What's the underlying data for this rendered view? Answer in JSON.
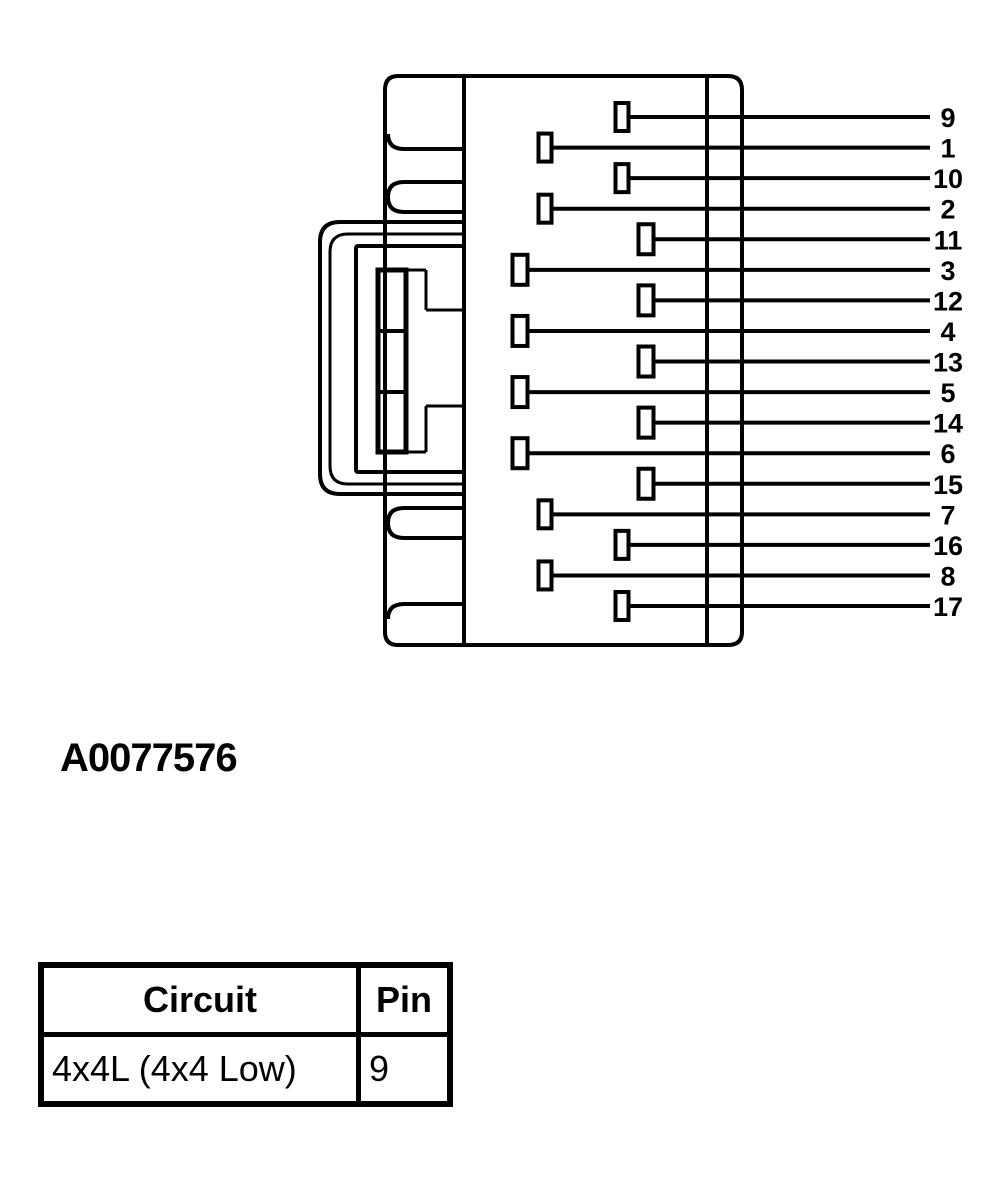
{
  "connector": {
    "pins": [
      {
        "pin": "9",
        "row": "upper"
      },
      {
        "pin": "1",
        "row": "lower"
      },
      {
        "pin": "10",
        "row": "upper"
      },
      {
        "pin": "2",
        "row": "lower"
      },
      {
        "pin": "11",
        "row": "upper"
      },
      {
        "pin": "3",
        "row": "lower"
      },
      {
        "pin": "12",
        "row": "upper"
      },
      {
        "pin": "4",
        "row": "lower"
      },
      {
        "pin": "13",
        "row": "upper"
      },
      {
        "pin": "5",
        "row": "lower"
      },
      {
        "pin": "14",
        "row": "upper"
      },
      {
        "pin": "6",
        "row": "lower"
      },
      {
        "pin": "15",
        "row": "upper"
      },
      {
        "pin": "7",
        "row": "lower"
      },
      {
        "pin": "16",
        "row": "upper"
      },
      {
        "pin": "8",
        "row": "lower"
      },
      {
        "pin": "17",
        "row": "upper"
      }
    ]
  },
  "figure_id": "A0077576",
  "table": {
    "headers": [
      "Circuit",
      "Pin"
    ],
    "rows": [
      [
        "4x4L (4x4 Low)",
        "9"
      ]
    ]
  }
}
